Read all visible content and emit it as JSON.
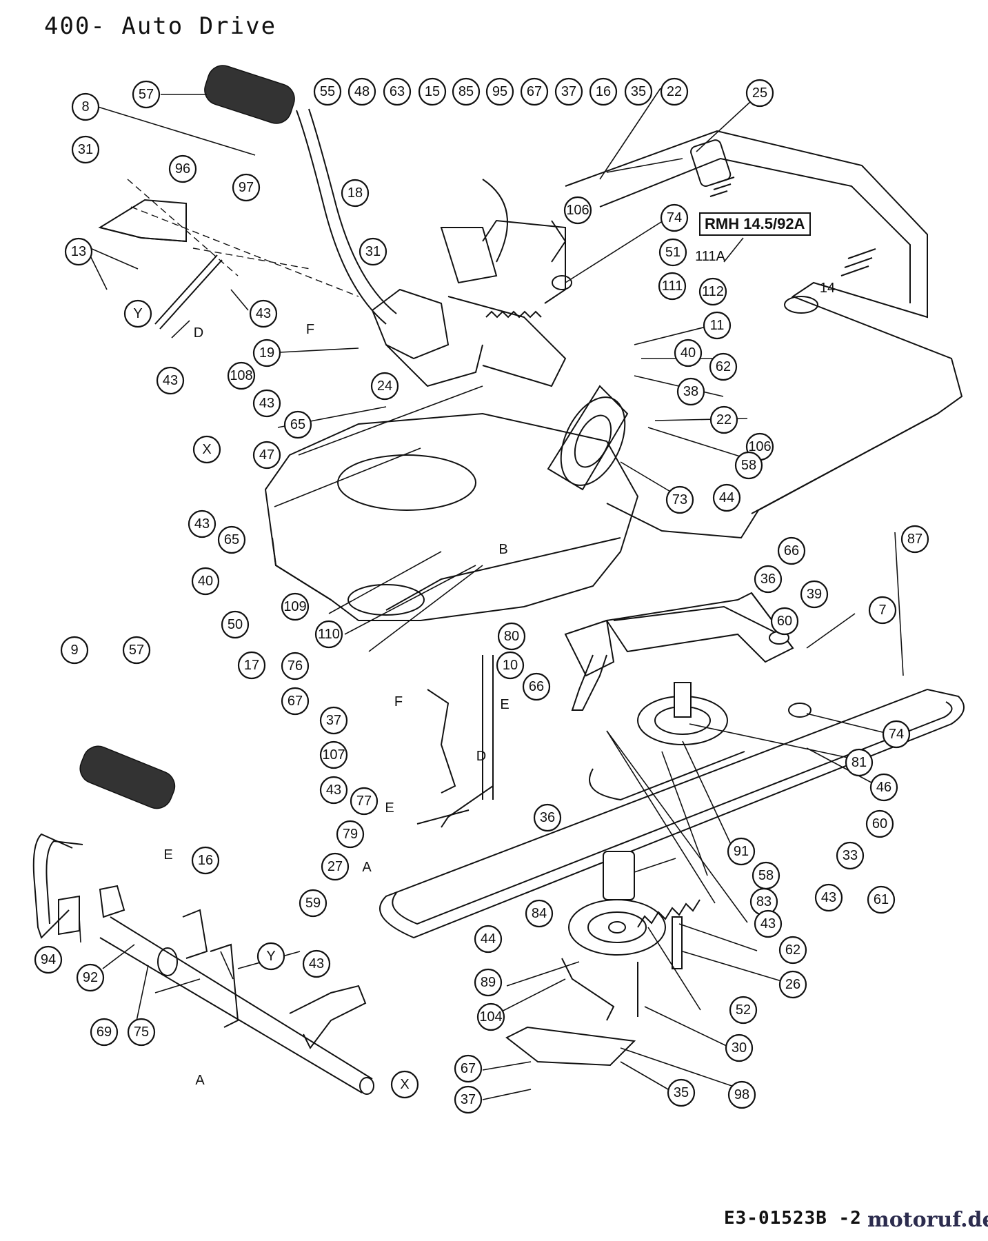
{
  "title": "400- Auto Drive",
  "model_label": "RMH 14.5/92A",
  "document_code": "E3-01523B -2",
  "watermark": "motoruf.de",
  "callouts": [
    "57",
    "8",
    "31",
    "96",
    "97",
    "13",
    "43",
    "43",
    "19",
    "108",
    "43",
    "65",
    "47",
    "43",
    "65",
    "40",
    "50",
    "109",
    "110",
    "17",
    "55",
    "48",
    "63",
    "15",
    "85",
    "95",
    "67",
    "37",
    "16",
    "35",
    "22",
    "25",
    "18",
    "31",
    "106",
    "74",
    "51",
    "111",
    "112",
    "11",
    "40",
    "62",
    "38",
    "22",
    "106",
    "58",
    "44",
    "73",
    "24",
    "87",
    "66",
    "36",
    "39",
    "60",
    "7",
    "80",
    "10",
    "76",
    "67",
    "37",
    "107",
    "43",
    "77",
    "66",
    "36",
    "79",
    "27",
    "59",
    "44",
    "74",
    "81",
    "46",
    "60",
    "33",
    "43",
    "61",
    "91",
    "58",
    "83",
    "43",
    "62",
    "26",
    "52",
    "84",
    "89",
    "104",
    "30",
    "98",
    "35",
    "67",
    "37",
    "9",
    "57",
    "94",
    "92",
    "16",
    "69",
    "75",
    "43"
  ],
  "letter_callouts": [
    "Y",
    "X",
    "Y",
    "X"
  ],
  "text_labels": [
    "F",
    "D",
    "B",
    "F",
    "E",
    "D",
    "E",
    "A",
    "E",
    "A",
    "14",
    "111A"
  ]
}
